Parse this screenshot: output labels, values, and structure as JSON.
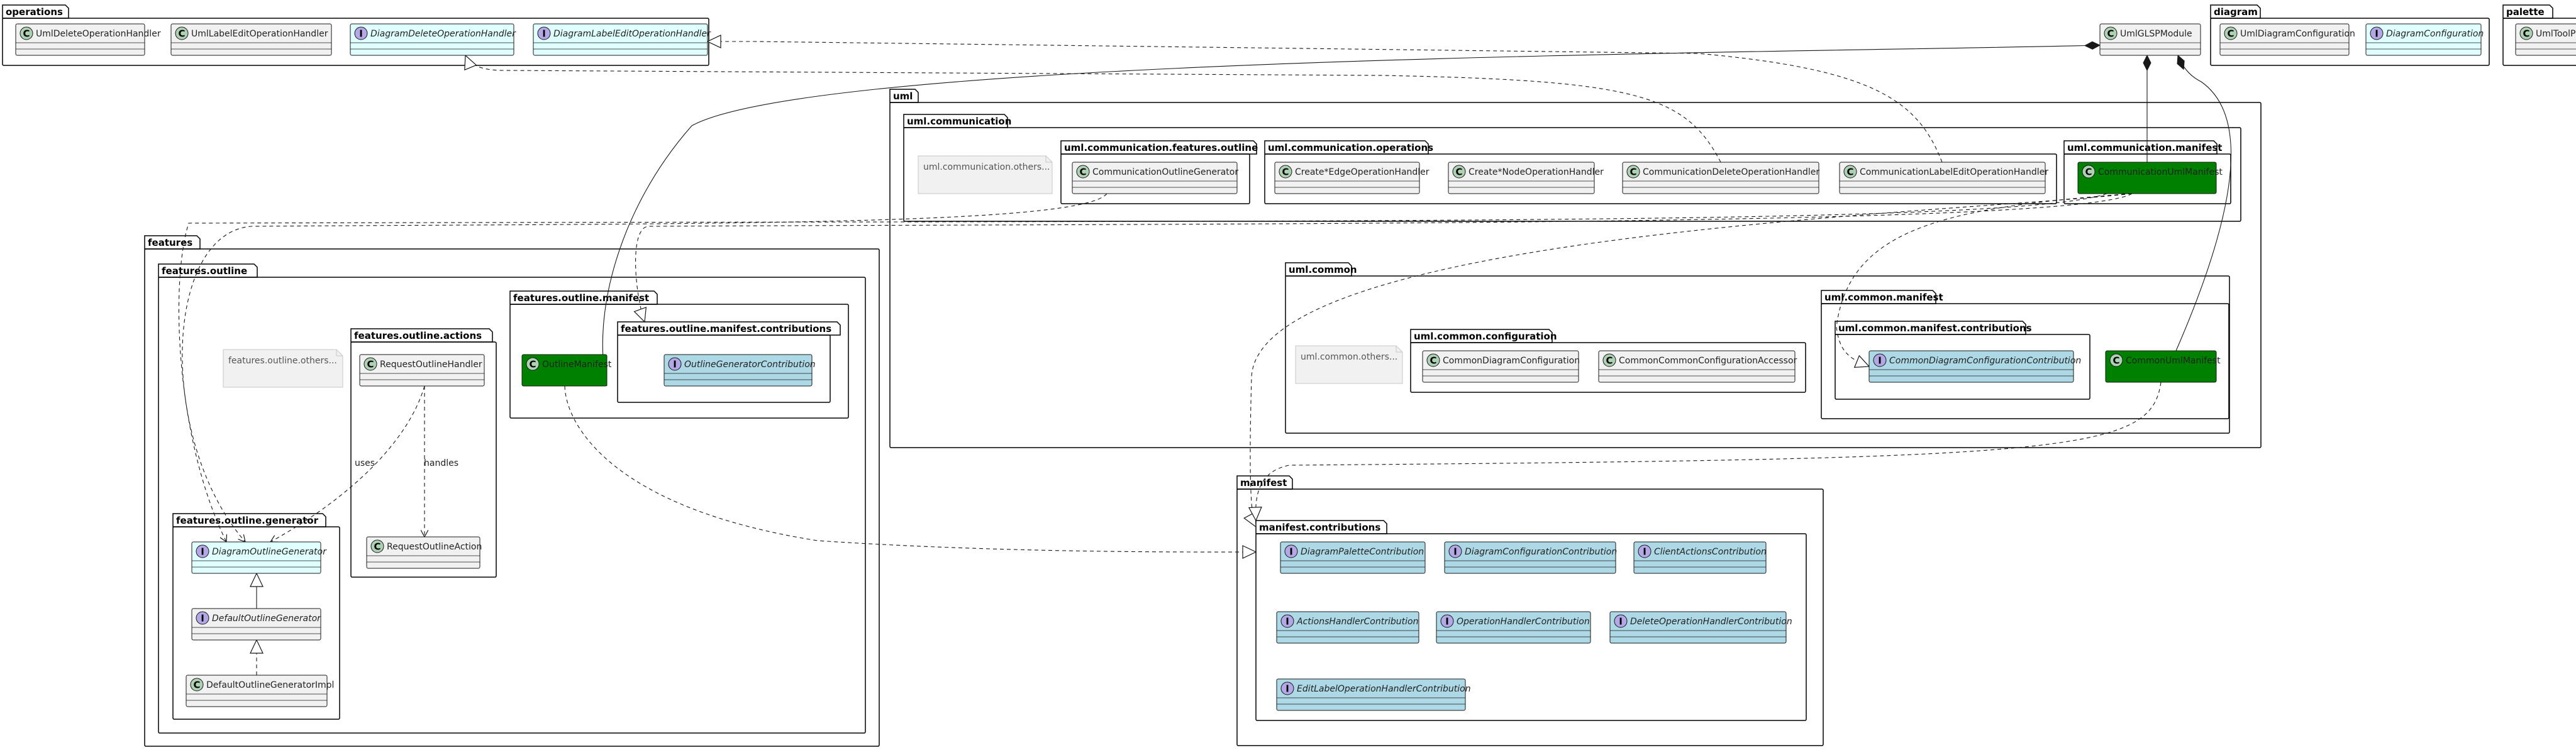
{
  "colors": {
    "class_fill": "#f1f1f1",
    "class_border": "#181818",
    "interface_fill_light": "#e0ffff",
    "interface_fill_blue": "#add8e6",
    "manifest_fill": "#008000",
    "manifest_text": "#ffffff",
    "class_badge": "#add1b2",
    "interface_badge": "#b4a7e5",
    "package_border": "#000000",
    "note_fill": "#f1f1f1"
  },
  "packages": [
    {
      "id": "operations",
      "name": "operations"
    },
    {
      "id": "diagram",
      "name": "diagram"
    },
    {
      "id": "palette",
      "name": "palette"
    },
    {
      "id": "uml",
      "name": "uml"
    },
    {
      "id": "uml_communication",
      "name": "uml.communication"
    },
    {
      "id": "uml_comm_features_outline",
      "name": "uml.communication.features.outline"
    },
    {
      "id": "uml_comm_operations",
      "name": "uml.communication.operations"
    },
    {
      "id": "uml_comm_manifest",
      "name": "uml.communication.manifest"
    },
    {
      "id": "uml_common",
      "name": "uml.common"
    },
    {
      "id": "uml_common_configuration",
      "name": "uml.common.configuration"
    },
    {
      "id": "uml_common_manifest",
      "name": "uml.common.manifest"
    },
    {
      "id": "uml_common_manifest_contributions",
      "name": "uml.common.manifest.contributions"
    },
    {
      "id": "features",
      "name": "features"
    },
    {
      "id": "features_outline",
      "name": "features.outline"
    },
    {
      "id": "features_outline_actions",
      "name": "features.outline.actions"
    },
    {
      "id": "features_outline_manifest",
      "name": "features.outline.manifest"
    },
    {
      "id": "features_outline_manifest_contributions",
      "name": "features.outline.manifest.contributions"
    },
    {
      "id": "features_outline_generator",
      "name": "features.outline.generator"
    },
    {
      "id": "manifest",
      "name": "manifest"
    },
    {
      "id": "manifest_contributions",
      "name": "manifest.contributions"
    }
  ],
  "classifiers": [
    {
      "id": "UmlDeleteOperationHandler",
      "name": "UmlDeleteOperationHandler",
      "kind": "class",
      "style": "plain"
    },
    {
      "id": "UmlLabelEditOperationHandler",
      "name": "UmlLabelEditOperationHandler",
      "kind": "class",
      "style": "plain"
    },
    {
      "id": "DiagramDeleteOperationHandler",
      "name": "DiagramDeleteOperationHandler",
      "kind": "interface",
      "style": "light"
    },
    {
      "id": "DiagramLabelEditOperationHandler",
      "name": "DiagramLabelEditOperationHandler",
      "kind": "interface",
      "style": "light"
    },
    {
      "id": "UmlGLSPModule",
      "name": "UmlGLSPModule",
      "kind": "class",
      "style": "plain"
    },
    {
      "id": "UmlDiagramConfiguration",
      "name": "UmlDiagramConfiguration",
      "kind": "class",
      "style": "plain"
    },
    {
      "id": "DiagramConfiguration",
      "name": "DiagramConfiguration",
      "kind": "interface",
      "style": "light"
    },
    {
      "id": "UmlToolPalette",
      "name": "UmlToolP",
      "kind": "class",
      "style": "plain"
    },
    {
      "id": "CommunicationOutlineGenerator",
      "name": "CommunicationOutlineGenerator",
      "kind": "class",
      "style": "plain"
    },
    {
      "id": "CreateEdgeOperationHandler",
      "name": "Create*EdgeOperationHandler",
      "kind": "class",
      "style": "plain"
    },
    {
      "id": "CreateNodeOperationHandler",
      "name": "Create*NodeOperationHandler",
      "kind": "class",
      "style": "plain"
    },
    {
      "id": "CommunicationDeleteOperationHandler",
      "name": "CommunicationDeleteOperationHandler",
      "kind": "class",
      "style": "plain"
    },
    {
      "id": "CommunicationLabelEditOperationHandler",
      "name": "CommunicationLabelEditOperationHandler",
      "kind": "class",
      "style": "plain"
    },
    {
      "id": "CommunicationUmlManifest",
      "name": "CommunicationUmlManifest",
      "kind": "class",
      "style": "manifest"
    },
    {
      "id": "CommonDiagramConfiguration",
      "name": "CommonDiagramConfiguration",
      "kind": "class",
      "style": "plain"
    },
    {
      "id": "CommonCommonConfigurationAccessor",
      "name": "CommonCommonConfigurationAccessor",
      "kind": "class",
      "style": "plain"
    },
    {
      "id": "CommonDiagramConfigurationContribution",
      "name": "CommonDiagramConfigurationContribution",
      "kind": "interface",
      "style": "blue"
    },
    {
      "id": "CommonUmlManifest",
      "name": "CommonUmlManifest",
      "kind": "class",
      "style": "manifest"
    },
    {
      "id": "RequestOutlineHandler",
      "name": "RequestOutlineHandler",
      "kind": "class",
      "style": "plain"
    },
    {
      "id": "RequestOutlineAction",
      "name": "RequestOutlineAction",
      "kind": "class",
      "style": "plain"
    },
    {
      "id": "OutlineManifest",
      "name": "OutlineManifest",
      "kind": "class",
      "style": "manifest"
    },
    {
      "id": "OutlineGeneratorContribution",
      "name": "OutlineGeneratorContribution",
      "kind": "interface",
      "style": "blue"
    },
    {
      "id": "DiagramOutlineGenerator",
      "name": "DiagramOutlineGenerator",
      "kind": "interface",
      "style": "light"
    },
    {
      "id": "DefaultOutlineGenerator",
      "name": "DefaultOutlineGenerator",
      "kind": "interface",
      "style": "plain"
    },
    {
      "id": "DefaultOutlineGeneratorImpl",
      "name": "DefaultOutlineGeneratorImpl",
      "kind": "class",
      "style": "plain"
    },
    {
      "id": "DiagramPaletteContribution",
      "name": "DiagramPaletteContribution",
      "kind": "interface",
      "style": "blue"
    },
    {
      "id": "DiagramConfigurationContribution",
      "name": "DiagramConfigurationContribution",
      "kind": "interface",
      "style": "blue"
    },
    {
      "id": "ClientActionsContribution",
      "name": "ClientActionsContribution",
      "kind": "interface",
      "style": "blue"
    },
    {
      "id": "ActionsHandlerContribution",
      "name": "ActionsHandlerContribution",
      "kind": "interface",
      "style": "blue"
    },
    {
      "id": "OperationHandlerContribution",
      "name": "OperationHandlerContribution",
      "kind": "interface",
      "style": "blue"
    },
    {
      "id": "DeleteOperationHandlerContribution",
      "name": "DeleteOperationHandlerContribution",
      "kind": "interface",
      "style": "blue"
    },
    {
      "id": "EditLabelOperationHandlerContribution",
      "name": "EditLabelOperationHandlerContribution",
      "kind": "interface",
      "style": "blue"
    }
  ],
  "notes": [
    {
      "id": "uml_communication_others",
      "text": "uml.communication.others..."
    },
    {
      "id": "uml_common_others",
      "text": "uml.common.others..."
    },
    {
      "id": "features_outline_others",
      "text": "features.outline.others..."
    }
  ],
  "relations": [
    {
      "id": "uses",
      "label": "uses",
      "from": "RequestOutlineHandler",
      "to": "DiagramOutlineGenerator"
    },
    {
      "id": "handles",
      "label": "handles",
      "from": "RequestOutlineHandler",
      "to": "RequestOutlineAction"
    }
  ]
}
